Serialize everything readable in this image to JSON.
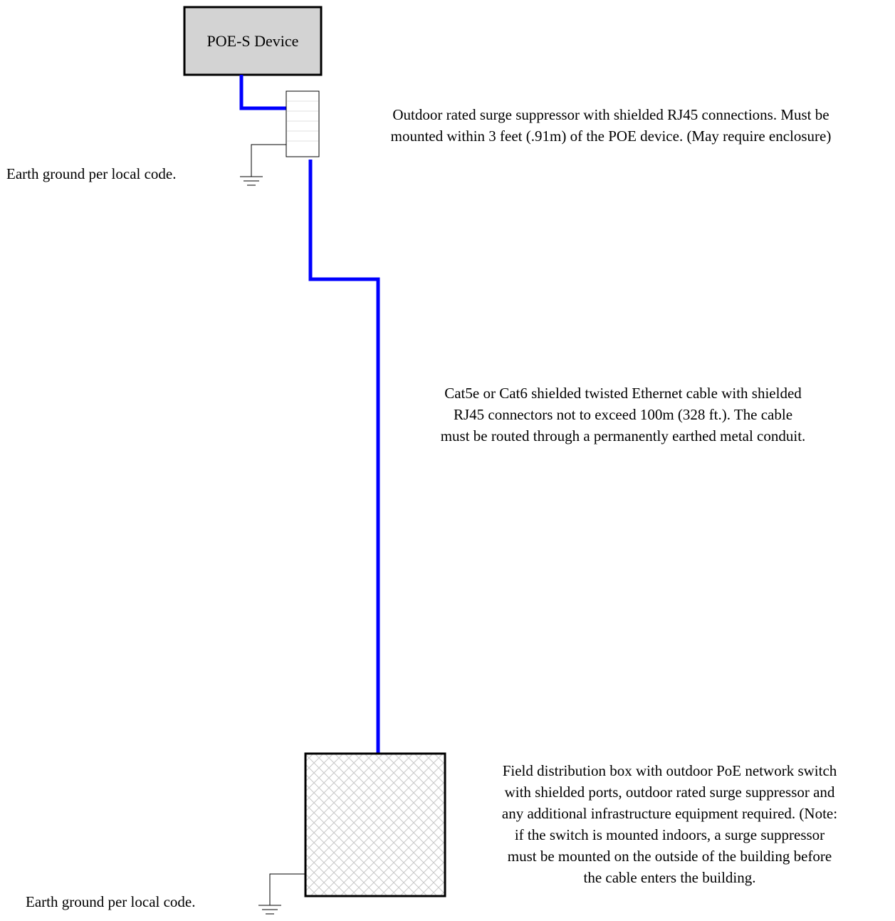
{
  "device": {
    "label": "POE-S Device"
  },
  "surge_suppressor": {
    "lines": [
      "Outdoor rated surge suppressor with shielded RJ45 connections. Must be",
      "mounted within 3 feet (.91m) of the POE device. (May require enclosure)"
    ]
  },
  "ground_top": {
    "label": "Earth ground per local code."
  },
  "cable": {
    "lines": [
      "Cat5e or Cat6 shielded twisted Ethernet cable with shielded",
      "RJ45 connectors not to exceed 100m (328 ft.). The cable",
      "must be routed through a permanently earthed metal conduit."
    ]
  },
  "distribution_box": {
    "lines": [
      "Field distribution box with outdoor PoE network switch",
      "with shielded ports, outdoor rated surge suppressor and",
      "any additional infrastructure equipment required. (Note:",
      "if the switch is mounted indoors, a surge suppressor",
      "must be mounted on the outside of the building before",
      "the cable enters the building."
    ]
  },
  "ground_bottom": {
    "label": "Earth ground per local code."
  },
  "colors": {
    "cable": "#0000ff",
    "device_fill": "#d3d3d3",
    "outline": "#000000"
  }
}
